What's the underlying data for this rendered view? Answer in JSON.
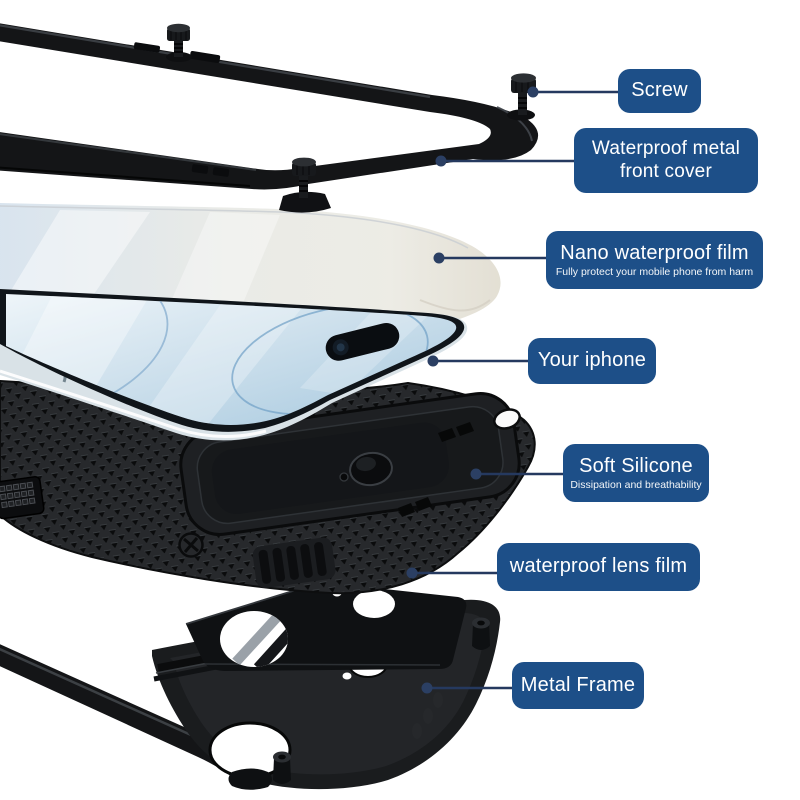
{
  "image_title": "Waterproof phone case exploded view",
  "colors": {
    "background": "#ffffff",
    "label_bg": "#1d4f88",
    "label_text": "#ffffff",
    "leader_line": "#25395f",
    "leader_dot": "#2b3f63",
    "part_black": "#17181a",
    "screen_blue": "#bdd7e8",
    "film_gray": "#e9e8e2"
  },
  "callouts": [
    {
      "id": "screw",
      "title": "Screw"
    },
    {
      "id": "front-cover",
      "title": "Waterproof metal front cover"
    },
    {
      "id": "nano-film",
      "title": "Nano waterproof film",
      "subtitle": "Fully protect your mobile phone from harm"
    },
    {
      "id": "iphone",
      "title": "Your iphone"
    },
    {
      "id": "silicone",
      "title": "Soft Silicone",
      "subtitle": "Dissipation and breathability"
    },
    {
      "id": "lens-film",
      "title": "waterproof lens film"
    },
    {
      "id": "metal-frame",
      "title": "Metal Frame"
    }
  ]
}
